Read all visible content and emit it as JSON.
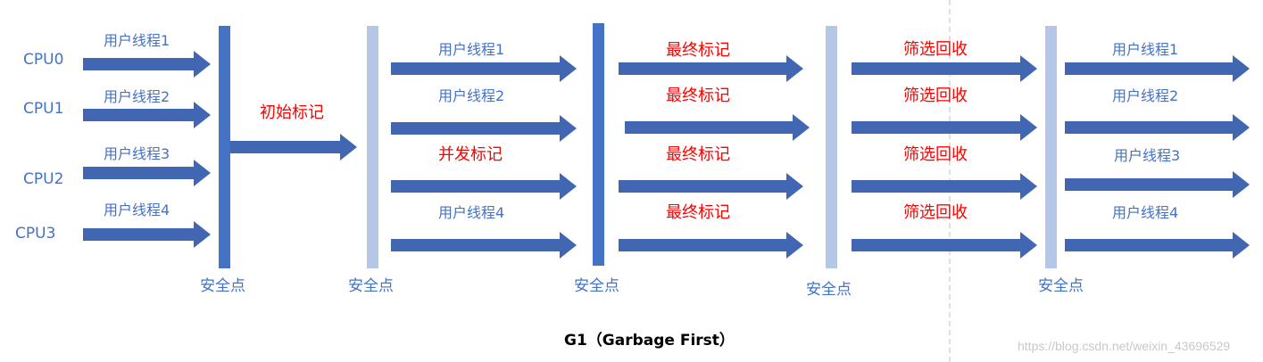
{
  "colors": {
    "arrow": "#4267b2",
    "bar_dark": "#4472c4",
    "bar_light": "#b4c7e7",
    "label_blue": "#4472c4",
    "label_red": "#ff0000"
  },
  "cpus": [
    "CPU0",
    "CPU1",
    "CPU2",
    "CPU3"
  ],
  "stage1": {
    "threads": [
      "用户线程1",
      "用户线程2",
      "用户线程3",
      "用户线程4"
    ]
  },
  "initial_mark": "初始标记",
  "stage2": {
    "labels": [
      "用户线程1",
      "用户线程2",
      "并发标记",
      "用户线程4"
    ]
  },
  "stage3": {
    "labels": [
      "最终标记",
      "最终标记",
      "最终标记",
      "最终标记"
    ]
  },
  "stage4": {
    "labels": [
      "筛选回收",
      "筛选回收",
      "筛选回收",
      "筛选回收"
    ]
  },
  "stage5": {
    "threads": [
      "用户线程1",
      "用户线程2",
      "用户线程3",
      "用户线程4"
    ]
  },
  "safepoint": "安全点",
  "title": "G1（Garbage First）",
  "watermark": "https://blog.csdn.net/weixin_43696529"
}
